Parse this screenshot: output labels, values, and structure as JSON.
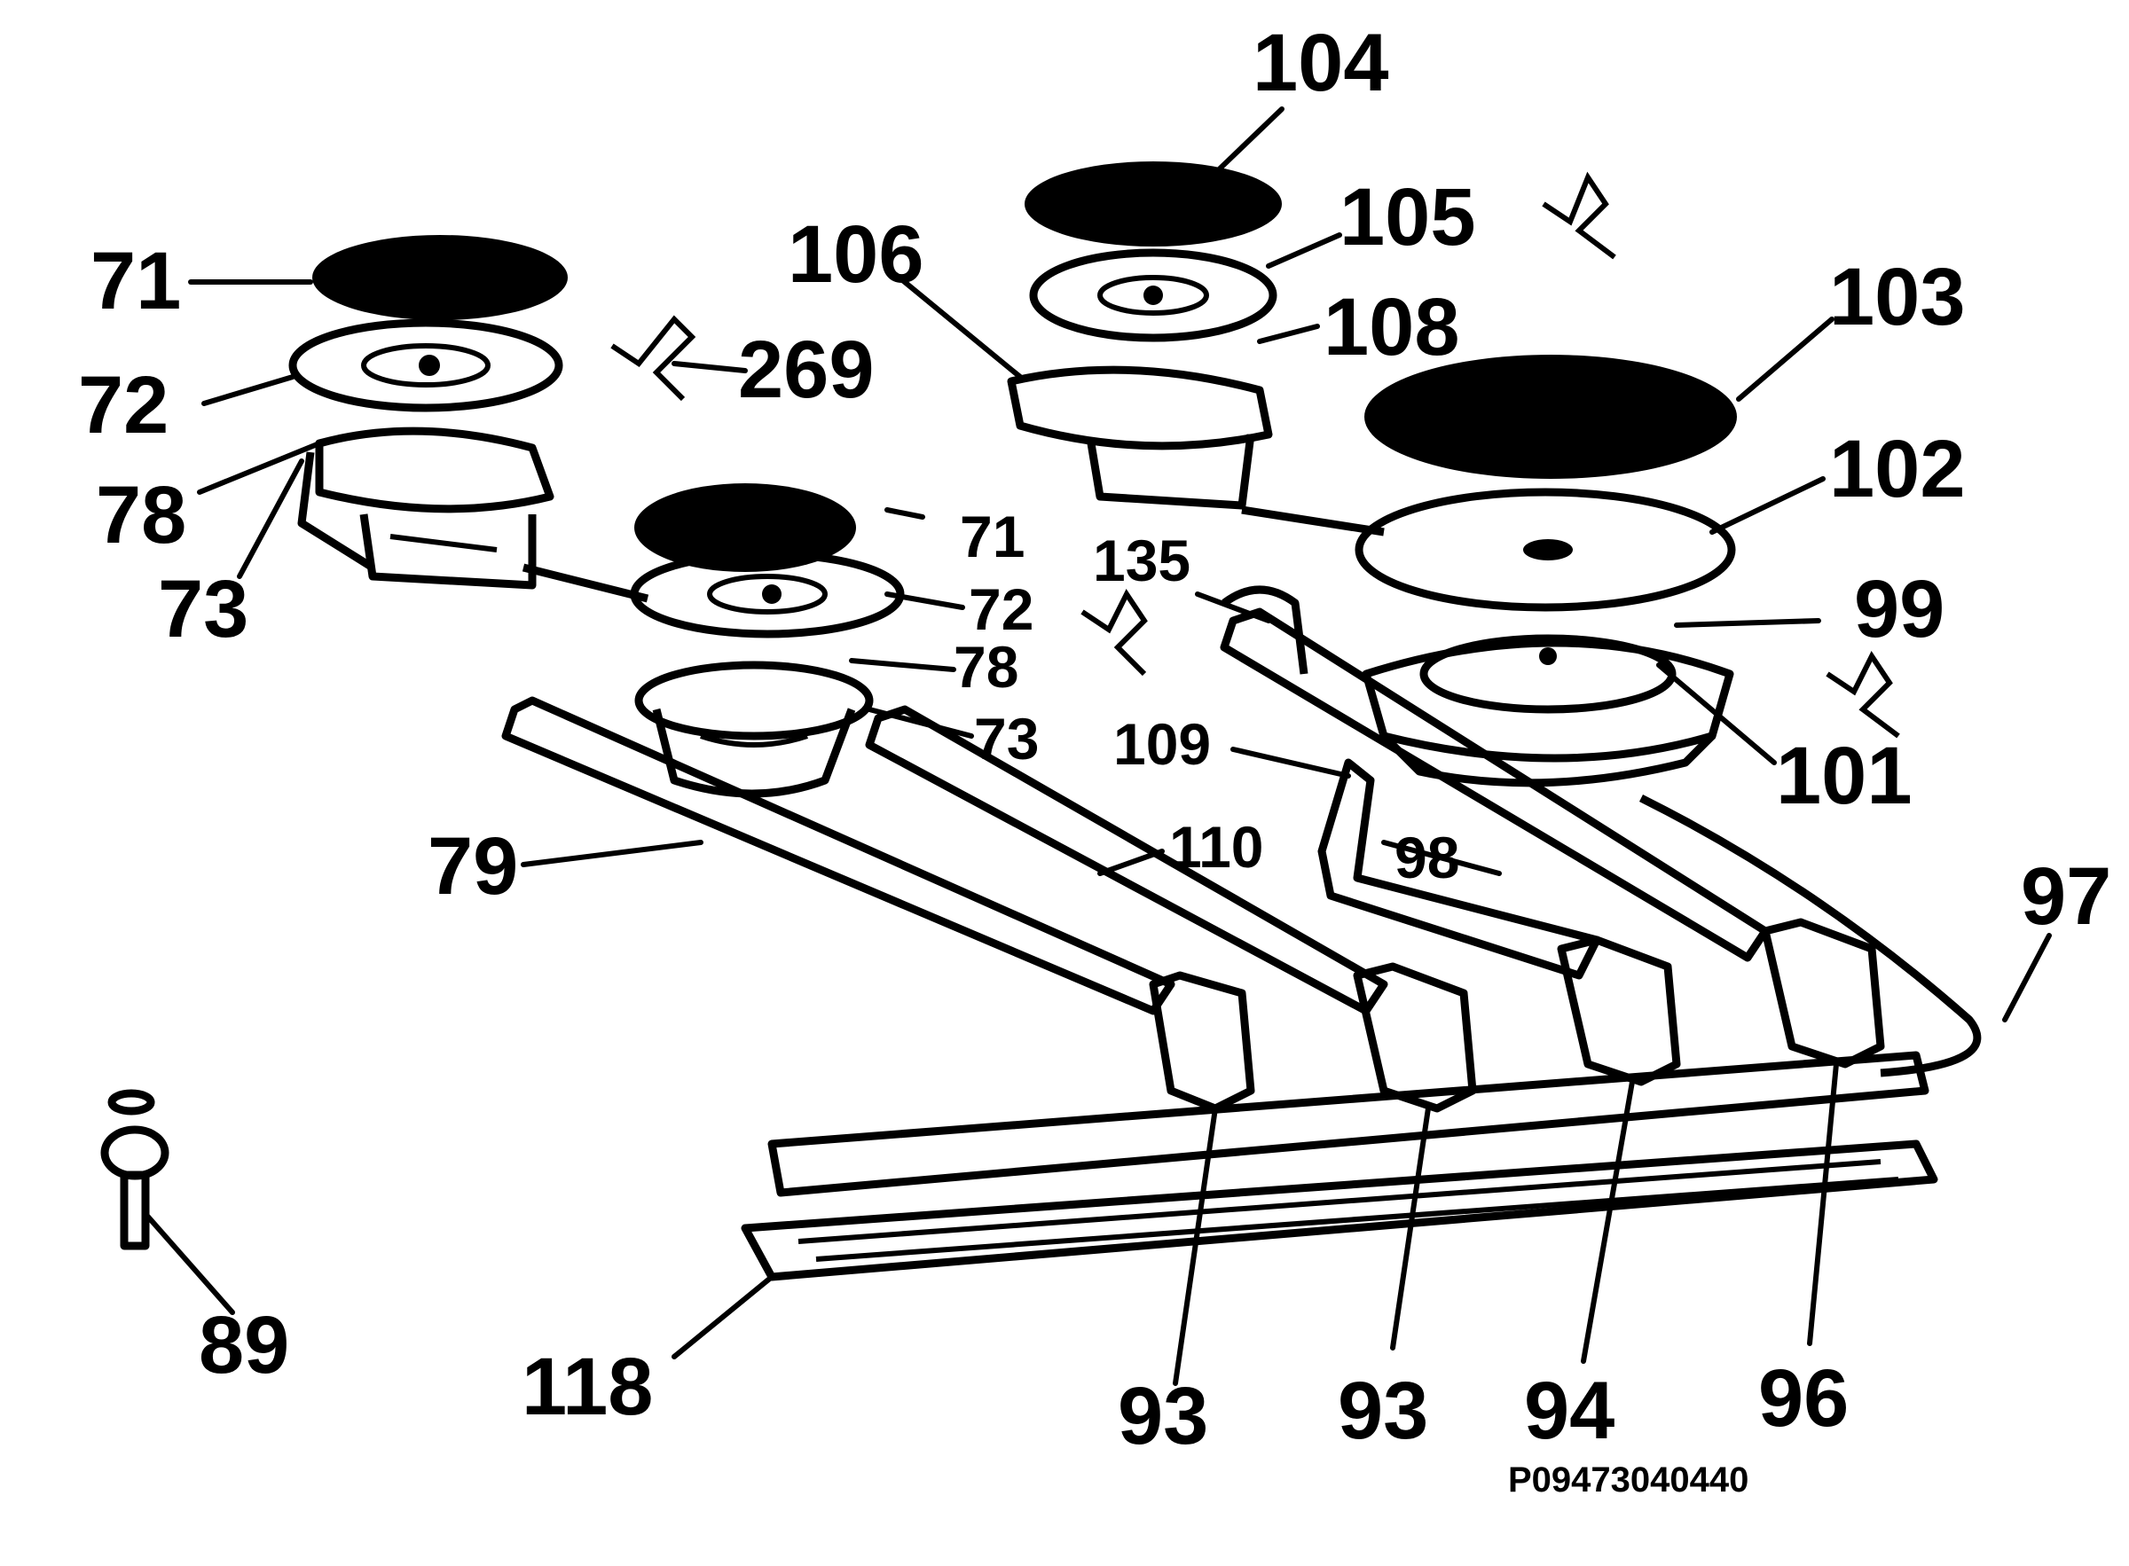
{
  "labels": {
    "l71a": "71",
    "l72a": "72",
    "l78a": "78",
    "l73a": "73",
    "l269": "269",
    "l106": "106",
    "l104": "104",
    "l105": "105",
    "l108": "108",
    "l103": "103",
    "l102": "102",
    "l99": "99",
    "l101": "101",
    "l71b": "71",
    "l72b": "72",
    "l78b": "78",
    "l73b": "73",
    "l135": "135",
    "l109": "109",
    "l110": "110",
    "l98": "98",
    "l79": "79",
    "l97": "97",
    "l89": "89",
    "l118": "118",
    "l93a": "93",
    "l93b": "93",
    "l94": "94",
    "l96": "96"
  },
  "drawing_code": "P09473040440",
  "colors": {
    "ink": "#000000",
    "paper": "#ffffff"
  }
}
